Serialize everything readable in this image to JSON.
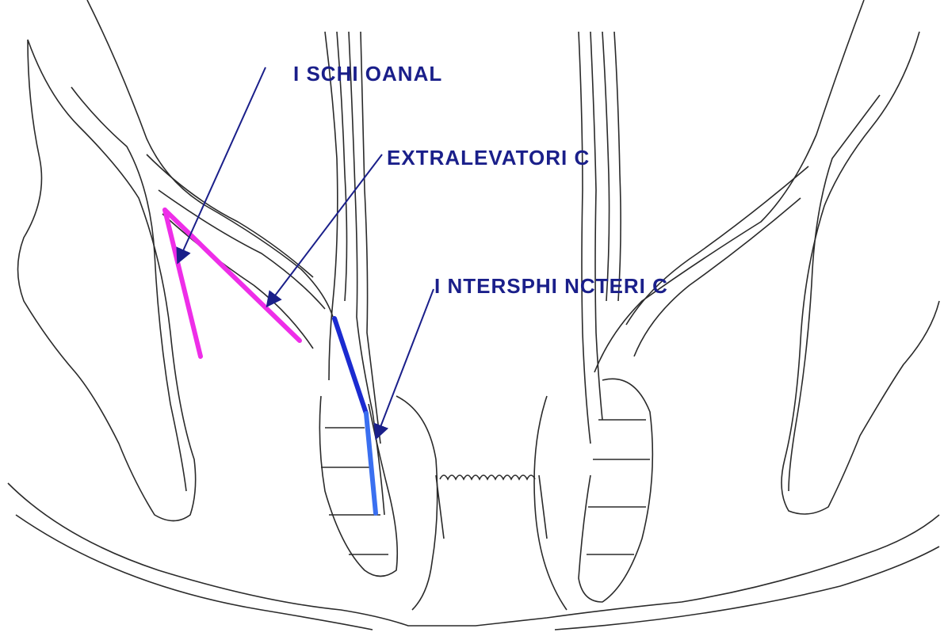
{
  "diagram": {
    "labels": {
      "ischioanal": "I SCHI OANAL",
      "extralevatoric": "EXTRALEVATORI C",
      "intersphincteric": "I NTERSPHI NCTERI C"
    },
    "colors": {
      "label_text": "#1a1f8a",
      "arrow": "#1a1f8a",
      "ischioanal_track": "#ee2ee8",
      "extralevatoric_track": "#ee2ee8",
      "intersphincteric_upper": "#1b2bd0",
      "intersphincteric_lower": "#3a6ff0",
      "outline": "#2a2a2a",
      "background": "#ffffff"
    }
  }
}
